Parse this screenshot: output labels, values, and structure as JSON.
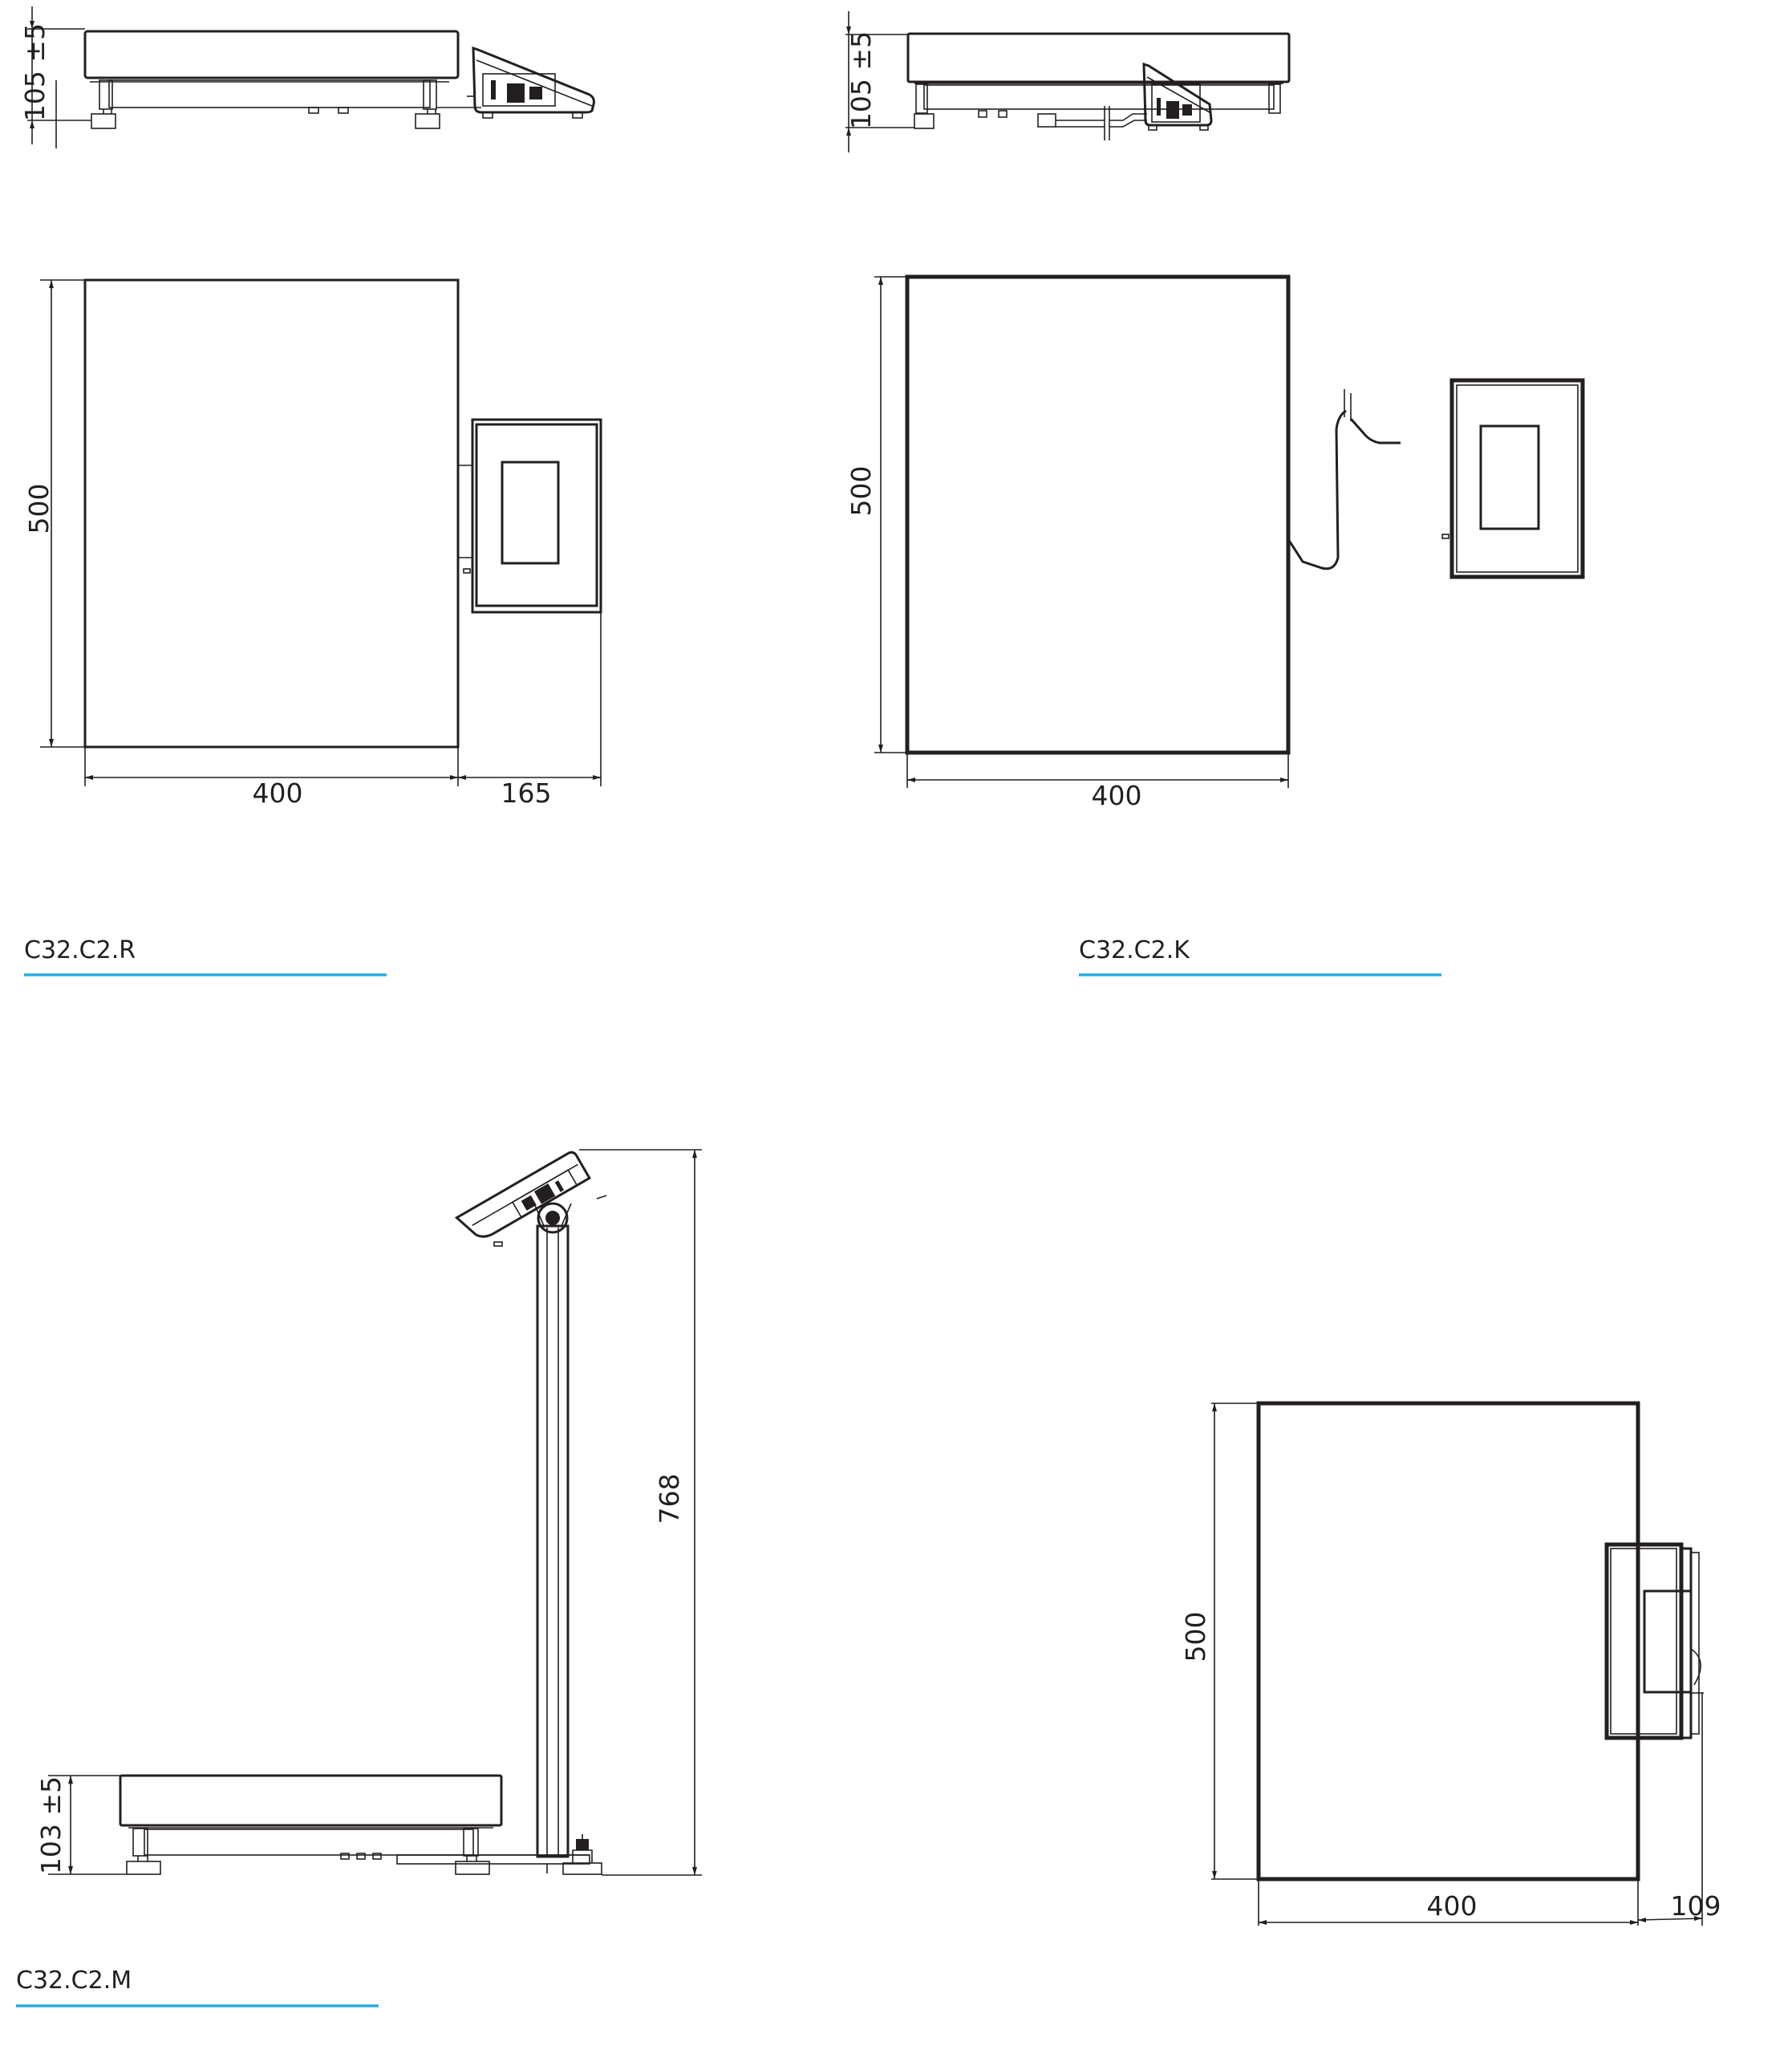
{
  "diagram": {
    "type": "technical dimension drawing",
    "units": "mm",
    "accent_color": "#29abe2",
    "line_color": "#231f20",
    "views": [
      {
        "id": "R",
        "model_label": "C32.C2.R",
        "side_view": {
          "height_dim": "105 ±5"
        },
        "plan_view": {
          "depth_dim": "500",
          "width_dim": "400",
          "terminal_offset_dim": "165"
        }
      },
      {
        "id": "K",
        "model_label": "C32.C2.K",
        "side_view": {
          "height_dim": "105 ±5"
        },
        "plan_view": {
          "depth_dim": "500",
          "width_dim": "400"
        }
      },
      {
        "id": "M",
        "model_label": "C32.C2.M",
        "side_view": {
          "height_dim": "103 ±5",
          "column_height_dim": "768"
        },
        "plan_view": {
          "depth_dim": "500",
          "width_dim": "400",
          "terminal_offset_dim": "109"
        }
      }
    ]
  }
}
